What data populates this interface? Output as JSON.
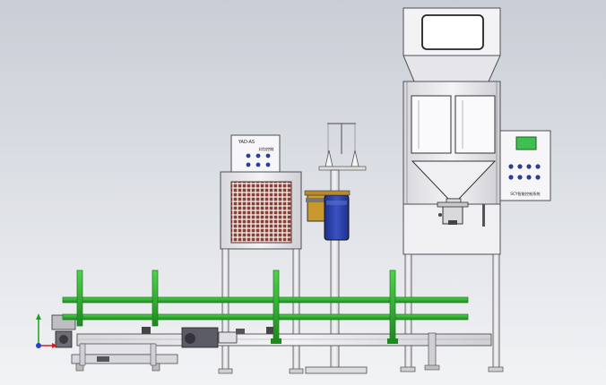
{
  "colors": {
    "background_top": "#c9ced6",
    "background_bottom": "#f2f3f5",
    "frame_steel": "#e8e8ea",
    "frame_edge": "#5a5a60",
    "conveyor_green": "#2fb52f",
    "conveyor_green_dark": "#1d7a1d",
    "grille_brown": "#8a3f36",
    "control_screen_green": "#3fbf4f",
    "panel_button_blue": "#2c3f8f",
    "sewing_head_blue": "#2a3fa0",
    "sewing_motor_gold": "#c89a2e",
    "axis_x": "#d02020",
    "axis_y": "#20a020",
    "axis_z": "#2040d0"
  },
  "labels": {
    "sewing_controller_title": "YAD-AS",
    "sewing_controller_sub": "封包控制",
    "weigher_panel_label": "SCY智能控制系统"
  },
  "icons": {
    "coordinate_triad": "xyz-axis-icon"
  }
}
